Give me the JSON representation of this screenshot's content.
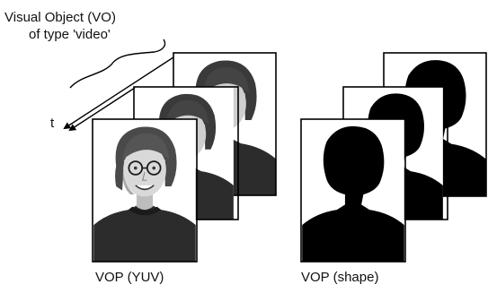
{
  "header": {
    "line1": "Visual Object (VO)",
    "line2": "of type 'video'"
  },
  "time_axis": {
    "label": "t"
  },
  "groups": [
    {
      "id": "yuv",
      "caption": "VOP (YUV)",
      "frame_count": 3,
      "content": "grayscale portrait"
    },
    {
      "id": "shape",
      "caption": "VOP (shape)",
      "frame_count": 3,
      "content": "binary silhouette mask"
    }
  ],
  "colors": {
    "frame_border": "#000000",
    "background": "#ffffff",
    "silhouette": "#000000",
    "photo_dark": "#2a2a2a",
    "photo_skin": "#d6d6d6"
  }
}
